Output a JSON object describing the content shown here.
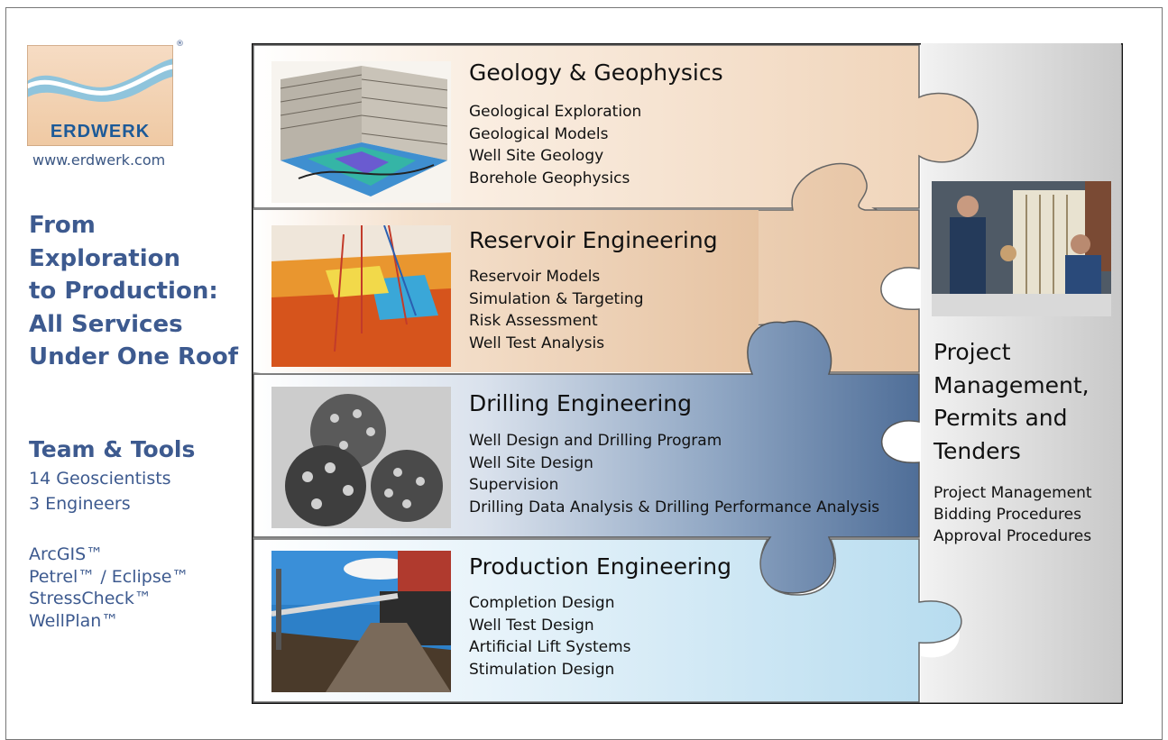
{
  "brand": {
    "name": "ERDWERK",
    "url": "www.erdwerk.com",
    "registered": "®"
  },
  "headline": [
    "From Exploration",
    "to Production:",
    "All Services",
    "Under One Roof"
  ],
  "team": {
    "title": "Team & Tools",
    "members": [
      "14 Geoscientists",
      "3 Engineers"
    ]
  },
  "tools": [
    "ArcGIS™",
    "Petrel™ / Eclipse™",
    "StressCheck™",
    "WellPlan™"
  ],
  "sections": [
    {
      "title": "Geology & Geophysics",
      "items": [
        "Geological Exploration",
        "Geological Models",
        "Well Site Geology",
        "Borehole Geophysics"
      ]
    },
    {
      "title": "Reservoir Engineering",
      "items": [
        "Reservoir Models",
        "Simulation & Targeting",
        "Risk Assessment",
        "Well Test Analysis"
      ]
    },
    {
      "title": "Drilling Engineering",
      "items": [
        "Well Design and Drilling Program",
        "Well Site Design",
        "Supervision",
        "Drilling Data Analysis & Drilling Performance Analysis"
      ]
    },
    {
      "title": "Production Engineering",
      "items": [
        "Completion Design",
        "Well Test Design",
        "Artificial Lift Systems",
        "Stimulation Design"
      ]
    }
  ],
  "project_management": {
    "title": [
      "Project",
      "Management,",
      "Permits and",
      "Tenders"
    ],
    "items": [
      "Project Management",
      "Bidding Procedures",
      "Approval Procedures"
    ]
  },
  "colors": {
    "accent": "#3d5a8f",
    "geology": "#f3dcc4",
    "reservoir": "#eccfb3",
    "drilling": "#5f7ca3",
    "production": "#d4ebf6",
    "project": "#d6d6d6"
  }
}
